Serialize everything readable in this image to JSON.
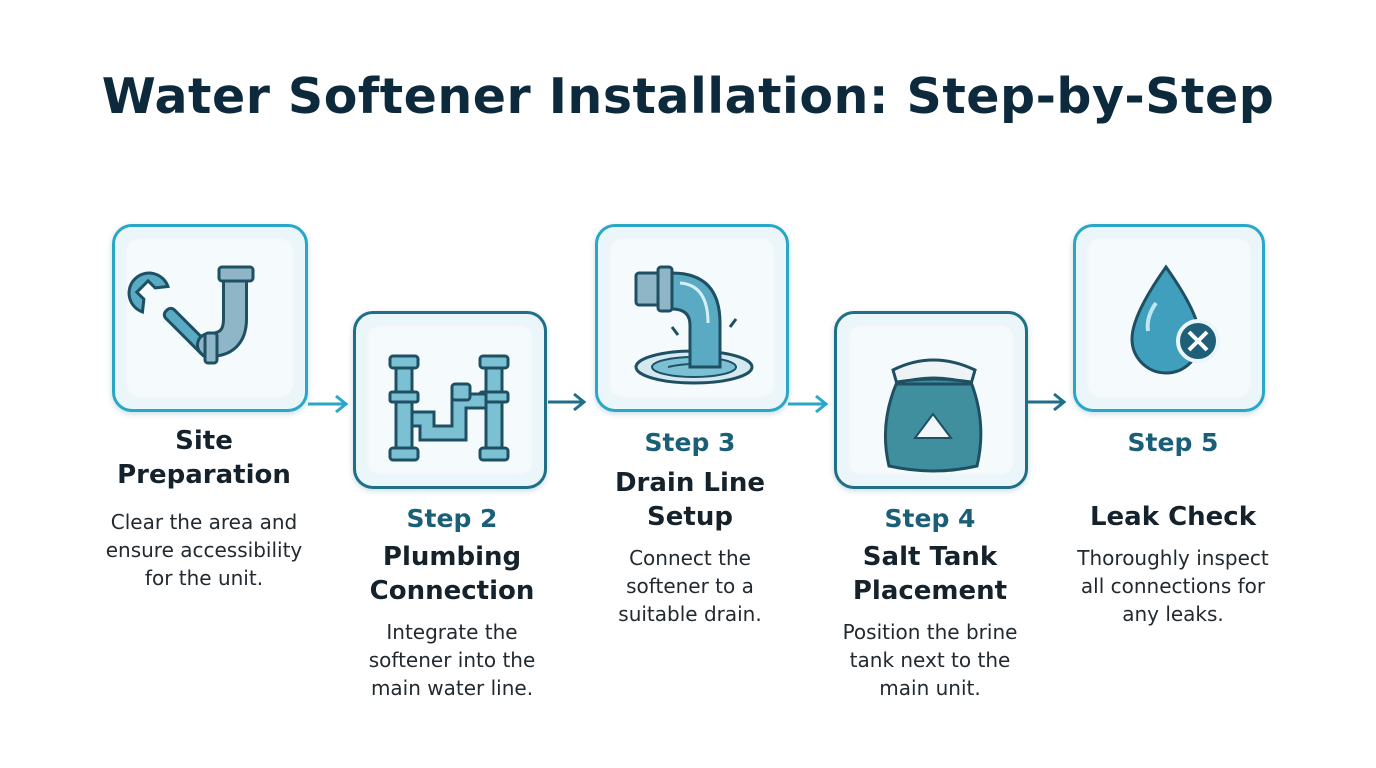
{
  "title": "Water Softener Installation: Step-by-Step",
  "colors": {
    "accent": "#2aa7c6",
    "dark_accent": "#1f6f86",
    "icon_blue": "#5aaac4",
    "title": "#0d2a3d"
  },
  "steps": [
    {
      "label": "",
      "heading_line1": "Site",
      "heading_line2": "Preparation",
      "desc_line1": "Clear the area and",
      "desc_line2": "ensure accessibility",
      "desc_line3": "for the unit.",
      "icon": "wrench-and-pipe-icon"
    },
    {
      "label": "Step 2",
      "heading_line1": "Plumbing",
      "heading_line2": "Connection",
      "desc_line1": "Integrate the",
      "desc_line2": "softener into the",
      "desc_line3": "main water line.",
      "icon": "pipe-bypass-icon"
    },
    {
      "label": "Step 3",
      "heading_line1": "Drain Line",
      "heading_line2": "Setup",
      "desc_line1": "Connect the",
      "desc_line2": "softener to a",
      "desc_line3": "suitable drain.",
      "icon": "drain-pipe-icon"
    },
    {
      "label": "Step 4",
      "heading_line1": "Salt Tank",
      "heading_line2": "Placement",
      "desc_line1": "Position the brine",
      "desc_line2": "tank next to the",
      "desc_line3": "main unit.",
      "icon": "salt-bag-icon"
    },
    {
      "label": "Step 5",
      "heading_line1": "Leak Check",
      "heading_line2": "",
      "desc_line1": "Thoroughly inspect",
      "desc_line2": "all connections for",
      "desc_line3": "any leaks.",
      "icon": "water-drop-x-icon"
    }
  ]
}
